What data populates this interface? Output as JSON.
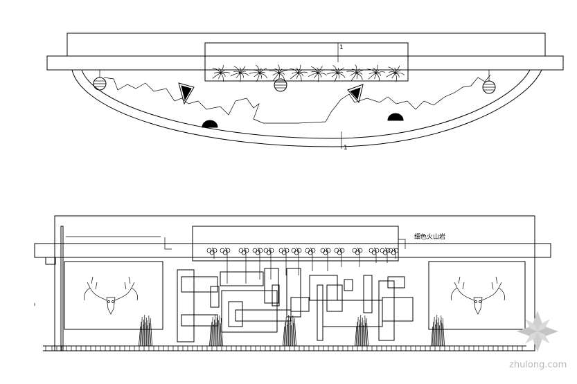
{
  "plan_view": {
    "section_marker_top": "1",
    "section_marker_bottom": "1"
  },
  "elevation": {
    "material_label": "细色火山岩"
  },
  "watermark": {
    "text": "zhulong.com",
    "color": "#b9b9b9"
  },
  "colors": {
    "line": "#000000",
    "background": "#ffffff"
  }
}
